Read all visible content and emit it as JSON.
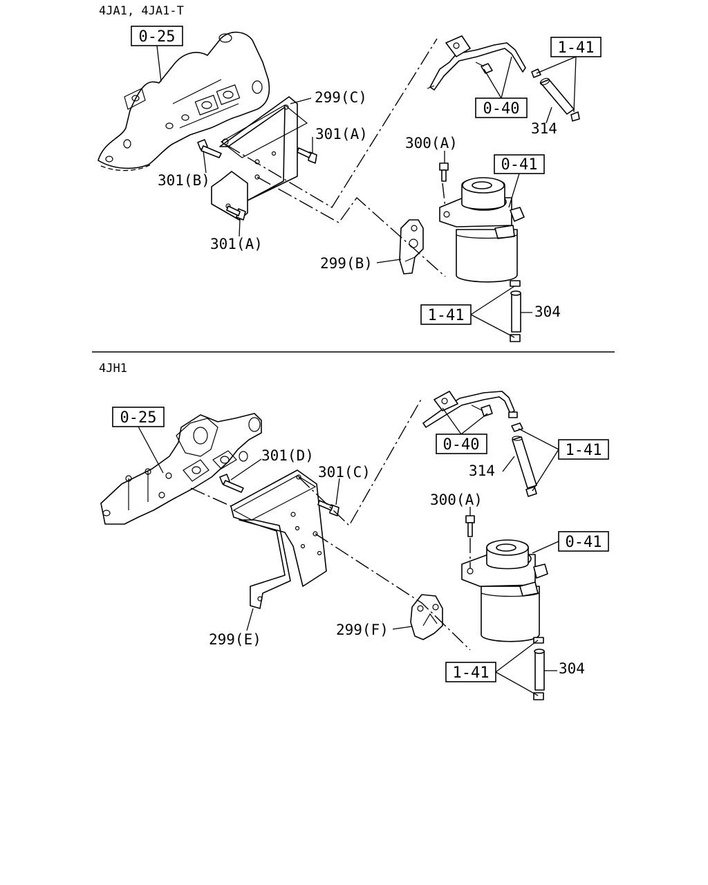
{
  "sections": {
    "top": {
      "title": "4JA1, 4JA1-T",
      "refs": {
        "r025": "0-25",
        "r040": "0-40",
        "r141a": "1-41",
        "r041": "0-41",
        "r141b": "1-41"
      },
      "labels": {
        "l299c": "299(C)",
        "l301a1": "301(A)",
        "l301b": "301(B)",
        "l301a2": "301(A)",
        "l300a": "300(A)",
        "l314": "314",
        "l299b": "299(B)",
        "l304": "304"
      }
    },
    "bottom": {
      "title": "4JH1",
      "refs": {
        "r025": "0-25",
        "r040": "0-40",
        "r141a": "1-41",
        "r041": "0-41",
        "r141b": "1-41"
      },
      "labels": {
        "l301d": "301(D)",
        "l301c": "301(C)",
        "l314": "314",
        "l300a": "300(A)",
        "l299e": "299(E)",
        "l299f": "299(F)",
        "l304": "304"
      }
    }
  }
}
